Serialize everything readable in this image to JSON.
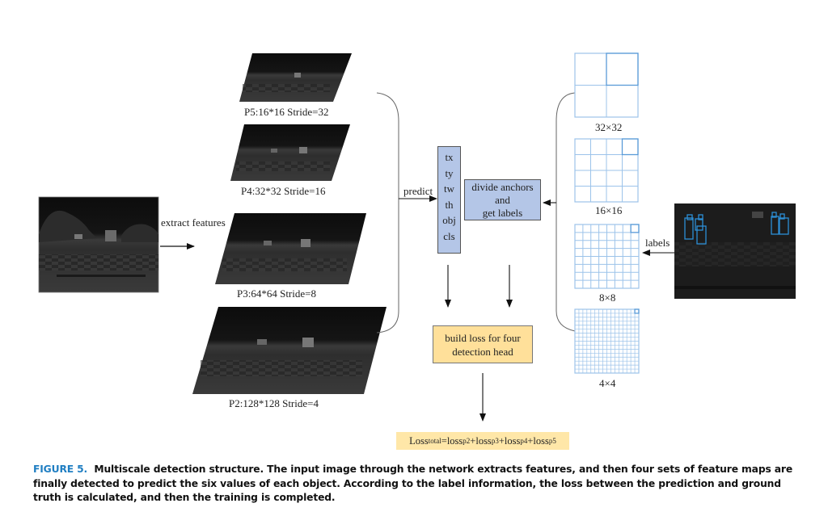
{
  "figure": {
    "input_image": {
      "description": "grayscale street scene input image"
    },
    "extract_label": "extract features",
    "feature_maps": [
      {
        "id": "p5",
        "label": "P5:16*16  Stride=32"
      },
      {
        "id": "p4",
        "label": "P4:32*32 Stride=16"
      },
      {
        "id": "p3",
        "label": "P3:64*64 Stride=8"
      },
      {
        "id": "p2",
        "label": "P2:128*128 Stride=4"
      }
    ],
    "predict_label": "predict",
    "prediction_values": [
      "tx",
      "ty",
      "tw",
      "th",
      "obj",
      "cls"
    ],
    "divide_box": {
      "line1": "divide anchors",
      "line2": "and",
      "line3": "get labels"
    },
    "anchor_grids": [
      {
        "id": "g32",
        "label": "32×32",
        "cells": 2
      },
      {
        "id": "g16",
        "label": "16×16",
        "cells": 4
      },
      {
        "id": "g8",
        "label": "8×8",
        "cells": 8
      },
      {
        "id": "g4",
        "label": "4×4",
        "cells": 16
      }
    ],
    "labels_arrow": "labels",
    "loss_box": {
      "line1": "build loss for four",
      "line2": "detection head"
    },
    "formula": {
      "loss": "Loss",
      "total": "total",
      "eq": "=loss",
      "p2": "p2",
      "plus1": "+loss",
      "p3": "p3",
      "plus2": "+loss",
      "p4": "p4",
      "plus3": "+loss",
      "p5": "p5"
    }
  },
  "caption": {
    "figure_number": "FIGURE 5.",
    "text": "Multiscale detection structure. The input image through the network extracts features, and then four sets of feature maps are finally detected to predict the six values of each object. According to the label information, the loss between the prediction and ground truth is calculated, and then the training is completed."
  },
  "colors": {
    "blue_box": "#b4c6e7",
    "yellow_box": "#ffe09a",
    "grid_line": "#9cc3ea",
    "label_box": "#2d8fd6",
    "caption_fig": "#1f7ec2"
  }
}
